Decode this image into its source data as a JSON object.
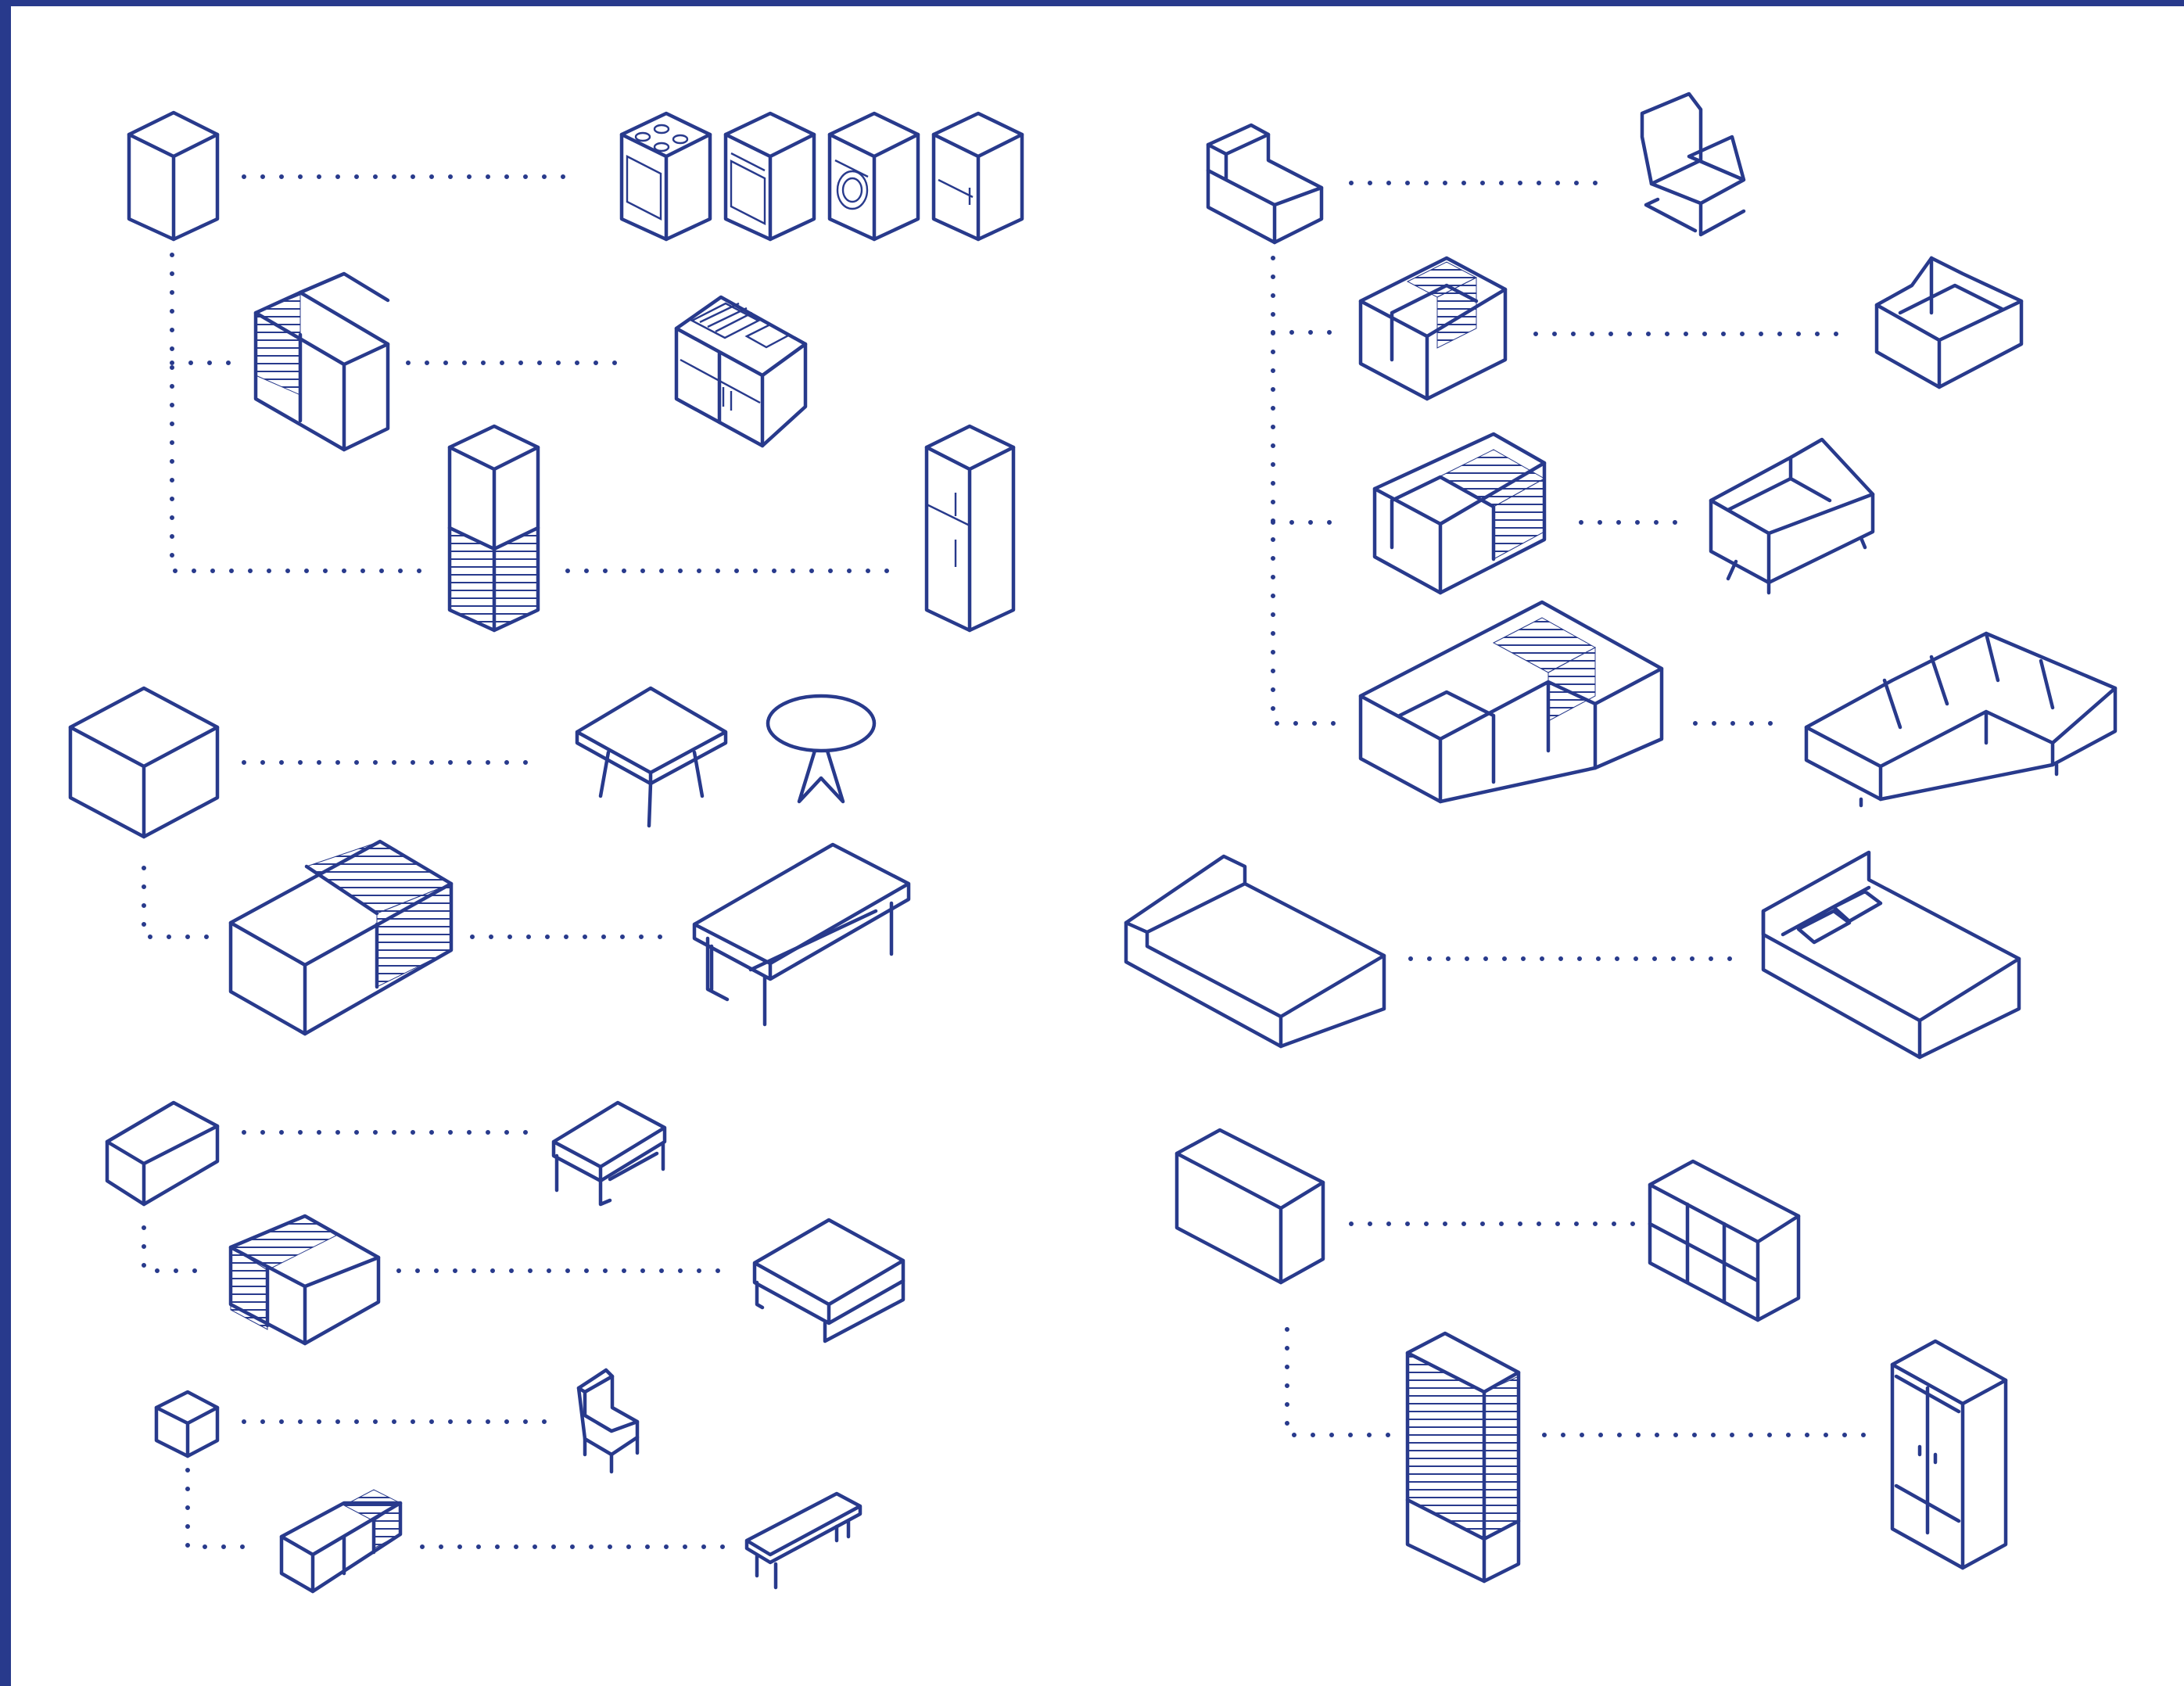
{
  "palette": {
    "ink": "#283a8c",
    "background": "#ffffff"
  },
  "groups": [
    {
      "name": "kitchen",
      "blocks": [
        "box-single",
        "box-double-striped",
        "box-tall-striped"
      ],
      "items": [
        "stove-icon",
        "dishwasher-icon",
        "washing-machine-icon",
        "fridge-small-icon",
        "kitchenette-icon",
        "tall-fridge-icon"
      ]
    },
    {
      "name": "seating",
      "blocks": [
        "chair-block",
        "armchair-block",
        "two-seat-block",
        "corner-block"
      ],
      "items": [
        "cantilever-chair-icon",
        "armchair-icon",
        "sofa-icon",
        "corner-sofa-icon"
      ]
    },
    {
      "name": "tables",
      "blocks": [
        "cube-large",
        "table-block-long"
      ],
      "items": [
        "square-table-icon",
        "round-table-icon",
        "dining-table-icon"
      ]
    },
    {
      "name": "bed",
      "blocks": [
        "bed-block"
      ],
      "items": [
        "double-bed-icon"
      ]
    },
    {
      "name": "low-tables",
      "blocks": [
        "small-box",
        "wide-box",
        "tiny-cube",
        "bench-block"
      ],
      "items": [
        "side-table-icon",
        "coffee-table-icon",
        "chair-icon",
        "bench-icon"
      ]
    },
    {
      "name": "storage",
      "blocks": [
        "cabinet-block",
        "wardrobe-block"
      ],
      "items": [
        "shelf-unit-icon",
        "wardrobe-icon"
      ]
    }
  ]
}
